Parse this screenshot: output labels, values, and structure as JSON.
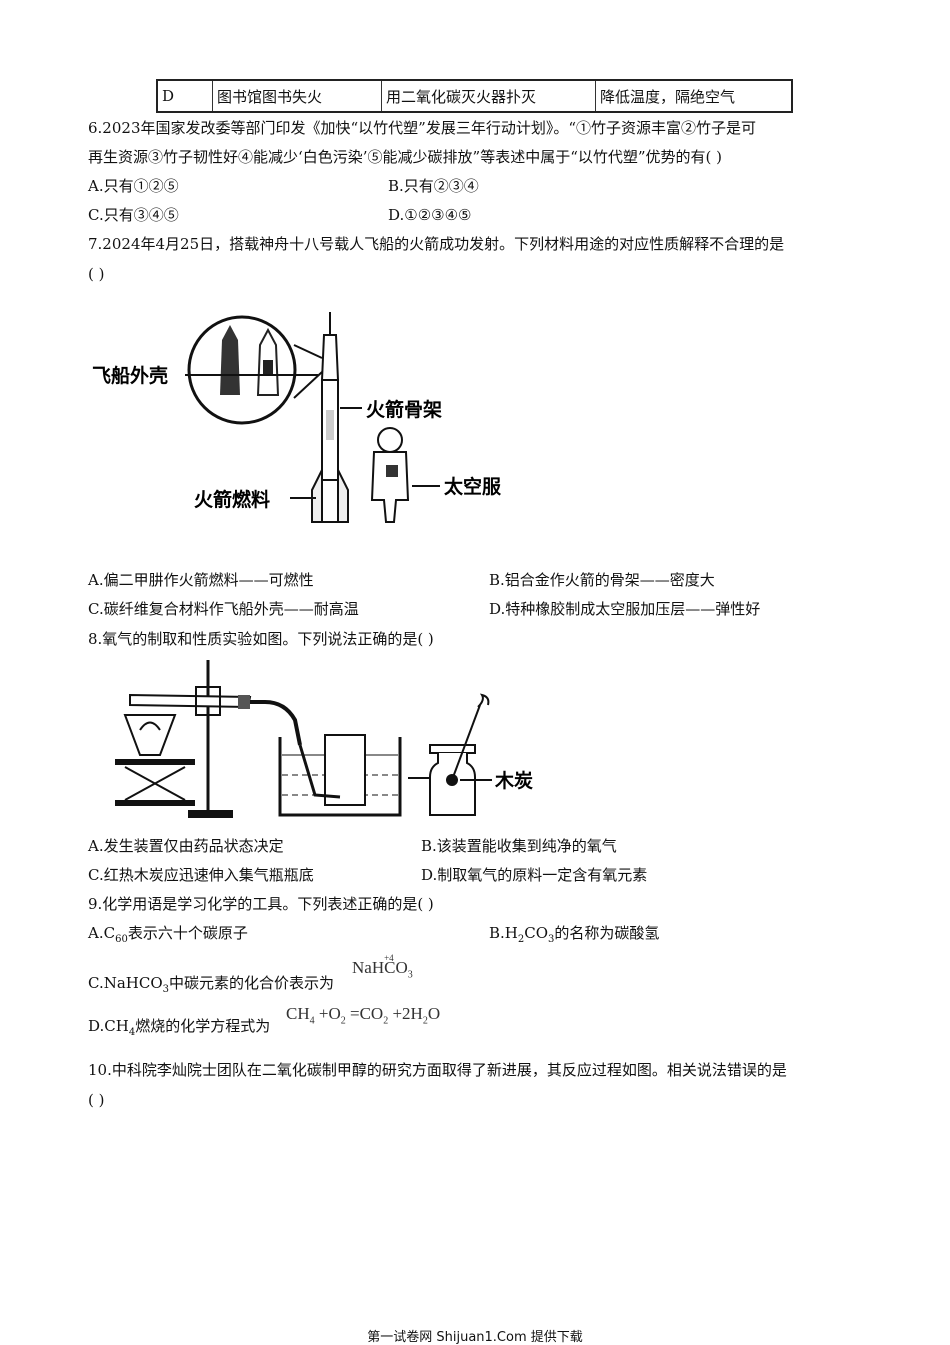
{
  "table_row": {
    "c1": "D",
    "c2": "图书馆图书失火",
    "c3": "用二氧化碳灭火器扑灭",
    "c4": "降低温度，隔绝空气"
  },
  "q6": {
    "line1": "6.2023年国家发改委等部门印发《加快“以竹代塑”发展三年行动计划》。“①竹子资源丰富②竹子是可",
    "line2": "再生资源③竹子韧性好④能减少‘白色污染’⑤能减少碳排放”等表述中属于“以竹代塑”优势的有(    )",
    "A": "A.只有①②⑤",
    "B": "B.只有②③④",
    "C": "C.只有③④⑤",
    "D": "D.①②③④⑤"
  },
  "q7": {
    "line1": "7.2024年4月25日，搭载神舟十八号载人飞船的火箭成功发射。下列材料用途的对应性质解释不合理的是",
    "line2": "(    )",
    "fig_labels": {
      "shell": "飞船外壳",
      "frame": "火箭骨架",
      "fuel": "火箭燃料",
      "suit": "太空服"
    },
    "A": "A.偏二甲肼作火箭燃料——可燃性",
    "B": "B.铝合金作火箭的骨架——密度大",
    "C": "C.碳纤维复合材料作飞船外壳——耐高温",
    "D": "D.特种橡胶制成太空服加压层——弹性好"
  },
  "q8": {
    "line1": "8.氧气的制取和性质实验如图。下列说法正确的是(    )",
    "fig_label": "木炭",
    "A": "A.发生装置仅由药品状态决定",
    "B": "B.该装置能收集到纯净的氧气",
    "C": "C.红热木炭应迅速伸入集气瓶瓶底",
    "D": "D.制取氧气的原料一定含有氧元素"
  },
  "q9": {
    "line1": "9.化学用语是学习化学的工具。下列表述正确的是(    )",
    "A_pre": "A.C",
    "A_sub": "60",
    "A_post": "表示六十个碳原子",
    "B_pre": "B.H",
    "B_sub1": "2",
    "B_mid": "CO",
    "B_sub2": "3",
    "B_post": "的名称为碳酸氢",
    "C_pre": "C.NaHCO",
    "C_sub": "3",
    "C_post": "中碳元素的化合价表示为",
    "C_formula_a": "NaH",
    "C_formula_c": "C",
    "C_formula_sup": "+4",
    "C_formula_o": "O",
    "C_formula_sub": "3",
    "D_pre": "D.CH",
    "D_sub": "4",
    "D_post": "燃烧的化学方程式为",
    "D_eq": {
      "p1": "CH",
      "s1": "4",
      "p2": " +O",
      "s2": "2",
      "p3": " =CO",
      "s3": "2",
      "p4": " +2H",
      "s4": "2",
      "p5": "O"
    }
  },
  "q10": {
    "line1": "10.中科院李灿院士团队在二氧化碳制甲醇的研究方面取得了新进展，其反应过程如图。相关说法错误的是",
    "line2": "(    )"
  },
  "footer": "第一试卷网      Shijuan1.Com    提供下载"
}
